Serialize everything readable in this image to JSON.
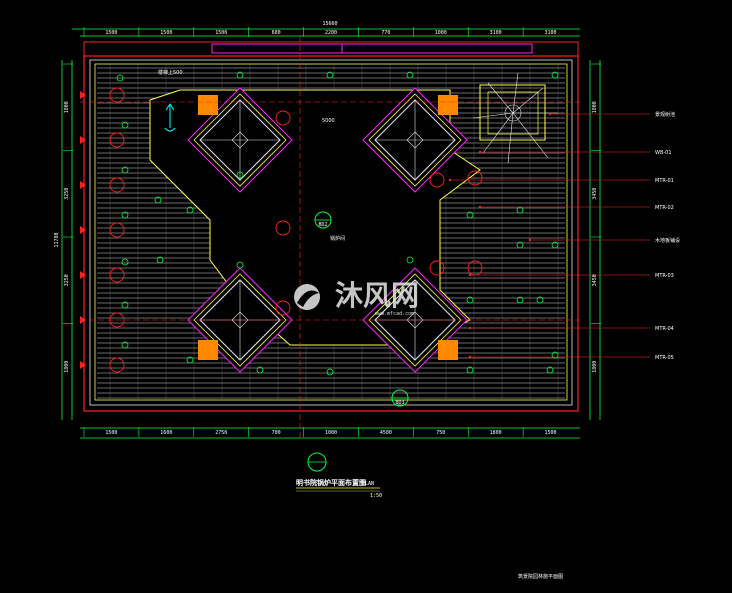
{
  "drawing": {
    "title": "明书院锅炉平面布置图",
    "title_suffix": "PLAN",
    "scale": "1:50",
    "bottom_note": "筑景院园林施平面图",
    "overall_width": "15660",
    "overall_height": "11780",
    "marker_label_bottom": "BD3",
    "marker_label_center": "BD2"
  },
  "top_dimensions": [
    "1500",
    "1500",
    "1500",
    "600",
    "2200",
    "770",
    "1000",
    "3100",
    "3100"
  ],
  "bottom_dimensions": [
    "1500",
    "1600",
    "2750",
    "700",
    "1000",
    "4500",
    "750",
    "1800",
    "1500"
  ],
  "left_dimensions": [
    "1800",
    "3250",
    "3250",
    "1800"
  ],
  "right_dimensions": [
    "1800",
    "3450",
    "3450",
    "1800"
  ],
  "leader_labels": [
    "景观树池",
    "WB-01",
    "MTR-01",
    "MTR-02",
    "木地板铺设",
    "MTR-03",
    "MTR-04",
    "MTR-05"
  ],
  "interior_notes": {
    "up_arrow": "上",
    "room_label": "锅炉间",
    "stair_label": "楼梯上500",
    "top_text": "5000"
  },
  "watermark": {
    "brand": "沐风网",
    "domain": "www.mfcad.com"
  },
  "colors": {
    "background": "#000000",
    "wall_red": "#ff2020",
    "dim_green": "#00ff40",
    "deck_white": "#e8e8e8",
    "pillar_orange": "#ff8800",
    "magenta": "#ff20ff",
    "yellow": "#ffff40",
    "cyan": "#00ffff"
  }
}
